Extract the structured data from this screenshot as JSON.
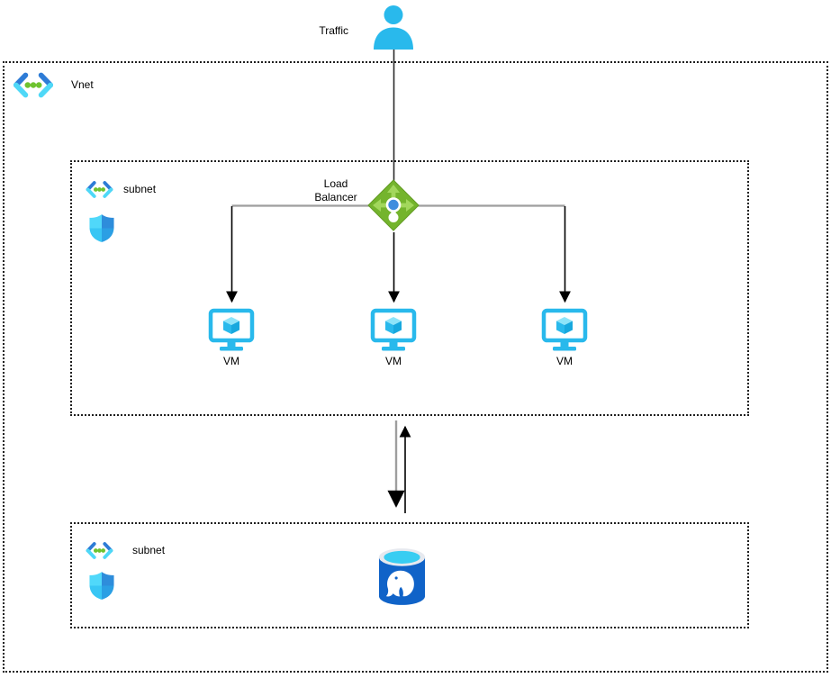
{
  "diagram": {
    "type": "azure-network-architecture",
    "nodes": {
      "traffic": {
        "label": "Traffic",
        "icon": "user-icon"
      },
      "vnet": {
        "label": "Vnet",
        "icon": "virtual-network-icon"
      },
      "subnet_top": {
        "label": "subnet",
        "icons": [
          "subnet-icon",
          "nsg-shield-icon"
        ]
      },
      "load_balancer": {
        "label": "Load Balancer",
        "icon": "load-balancer-icon"
      },
      "vms": [
        {
          "label": "VM",
          "icon": "vm-icon"
        },
        {
          "label": "VM",
          "icon": "vm-icon"
        },
        {
          "label": "VM",
          "icon": "vm-icon"
        }
      ],
      "subnet_bottom": {
        "label": "subnet",
        "icons": [
          "subnet-icon",
          "nsg-shield-icon"
        ]
      },
      "database": {
        "label": "",
        "icon": "postgresql-icon"
      }
    },
    "edges": [
      {
        "from": "traffic",
        "to": "load-balancer",
        "arrow": "none"
      },
      {
        "from": "load-balancer",
        "to": "vm-1",
        "arrow": "down"
      },
      {
        "from": "load-balancer",
        "to": "vm-2",
        "arrow": "down"
      },
      {
        "from": "load-balancer",
        "to": "vm-3",
        "arrow": "down"
      },
      {
        "from": "subnet-top",
        "to": "subnet-bottom",
        "arrow": "down"
      },
      {
        "from": "subnet-bottom",
        "to": "subnet-top",
        "arrow": "up"
      }
    ],
    "colors": {
      "cyan": "#29b9ec",
      "azure_blue": "#2e7cd6",
      "dot_green": "#6ec32f",
      "lb_green": "#74b42d",
      "lb_light_green": "#a2d75c",
      "lb_center_blue": "#3f8ede",
      "db_blue": "#1063c8",
      "db_cyan": "#38cdf2",
      "connector_gray": "#9e9e9e",
      "connector_black": "#000000",
      "border_black": "#1f1f1f"
    }
  }
}
